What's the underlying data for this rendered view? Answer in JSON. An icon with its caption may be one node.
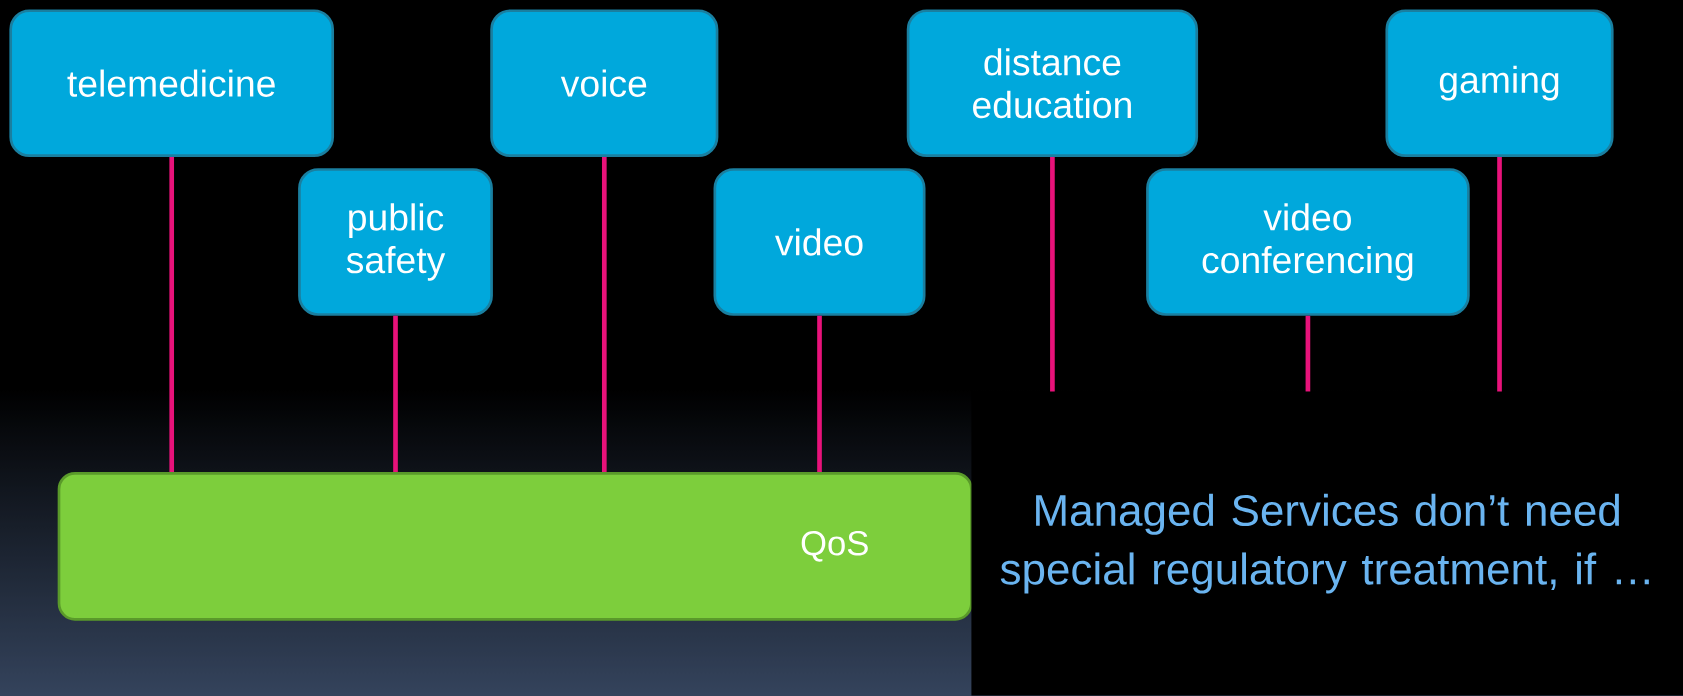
{
  "diagram": {
    "nodes": [
      {
        "text": [
          "telemedicine"
        ]
      },
      {
        "text": [
          "public safety"
        ]
      },
      {
        "text": [
          "voice"
        ]
      },
      {
        "text": [
          "video"
        ]
      },
      {
        "text": [
          "distance education"
        ]
      },
      {
        "text": [
          "video conferencing"
        ]
      },
      {
        "text": [
          "gaming"
        ]
      },
      {
        "text": [
          "QoS"
        ]
      },
      {
        "text": [
          "Managed Services don’t need special regulatory treatment, if …"
        ]
      }
    ],
    "edges": [
      {
        "from": 0,
        "to": 7,
        "arrow": "none"
      },
      {
        "from": 1,
        "to": 7,
        "arrow": "none"
      },
      {
        "from": 2,
        "to": 7,
        "arrow": "none"
      },
      {
        "from": 3,
        "to": 7,
        "arrow": "none"
      },
      {
        "from": 4,
        "to": 8,
        "arrow": "none"
      },
      {
        "from": 5,
        "to": 8,
        "arrow": "none"
      },
      {
        "from": 6,
        "to": 8,
        "arrow": "none"
      }
    ]
  }
}
